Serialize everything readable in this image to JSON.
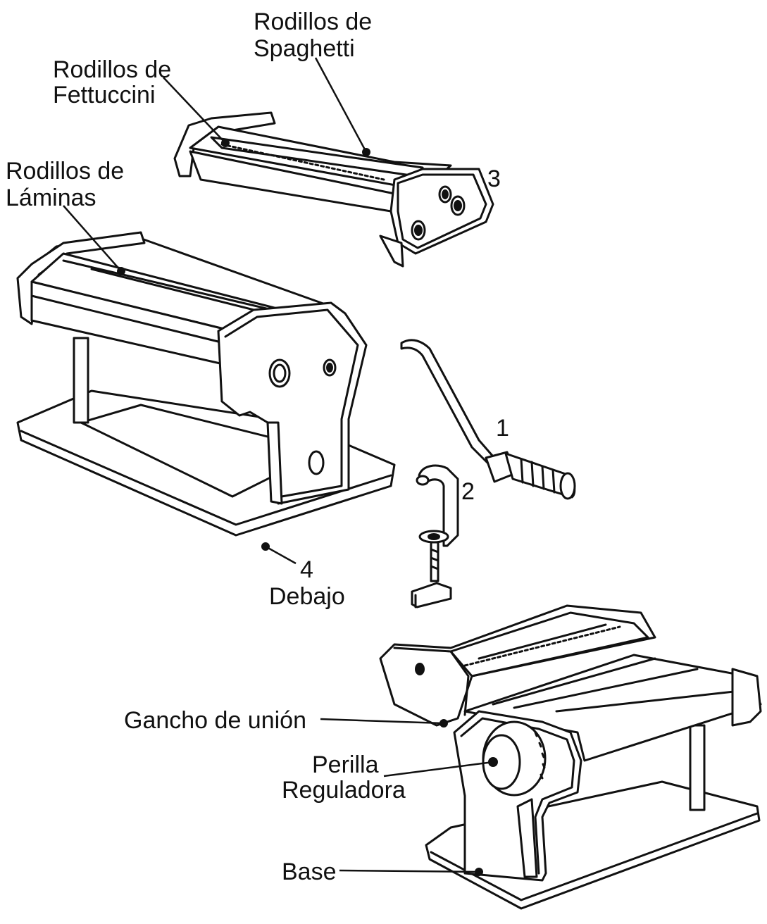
{
  "labels": {
    "spaghetti_line1": "Rodillos de",
    "spaghetti_line2": "Spaghetti",
    "fettuccini_line1": "Rodillos de",
    "fettuccini_line2": "Fettuccini",
    "laminas_line1": "Rodillos de",
    "laminas_line2": "Láminas",
    "num_3": "3",
    "num_1": "1",
    "num_2": "2",
    "num_4": "4",
    "debajo": "Debajo",
    "gancho": "Gancho de unión",
    "perilla_line1": "Perilla",
    "perilla_line2": "Reguladora",
    "base": "Base"
  },
  "colors": {
    "ink": "#111111",
    "paper": "#ffffff"
  }
}
